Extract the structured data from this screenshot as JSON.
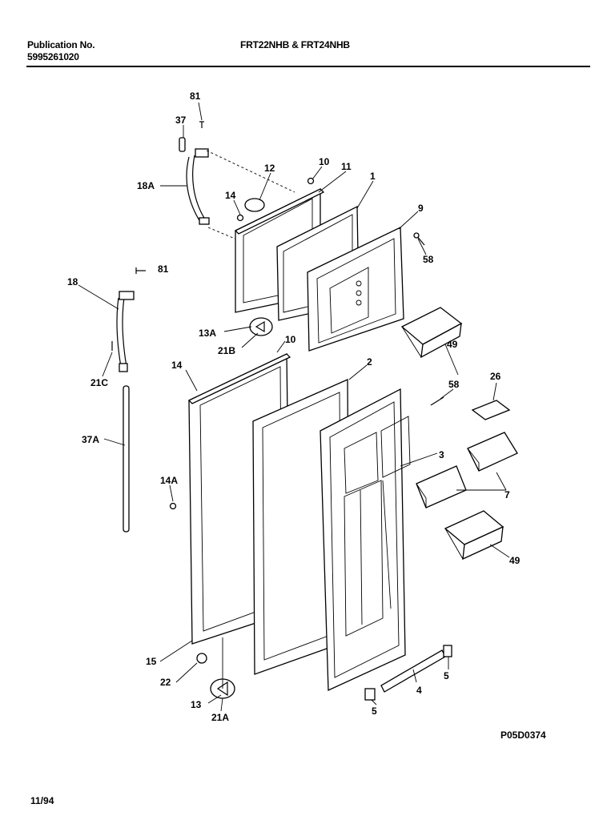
{
  "header": {
    "publication_label": "Publication No.",
    "publication_number": "5995261020",
    "model_title": "FRT22NHB & FRT24NHB"
  },
  "footer": {
    "date": "11/94",
    "drawing_code": "P05D0374"
  },
  "part_labels": [
    "81",
    "37",
    "18A",
    "12",
    "10",
    "11",
    "14",
    "1",
    "9",
    "58",
    "81",
    "18",
    "13A",
    "21B",
    "10",
    "14",
    "2",
    "21C",
    "58",
    "26",
    "37A",
    "14A",
    "3",
    "7",
    "49",
    "49",
    "15",
    "22",
    "5",
    "13",
    "21A",
    "4",
    "5"
  ]
}
